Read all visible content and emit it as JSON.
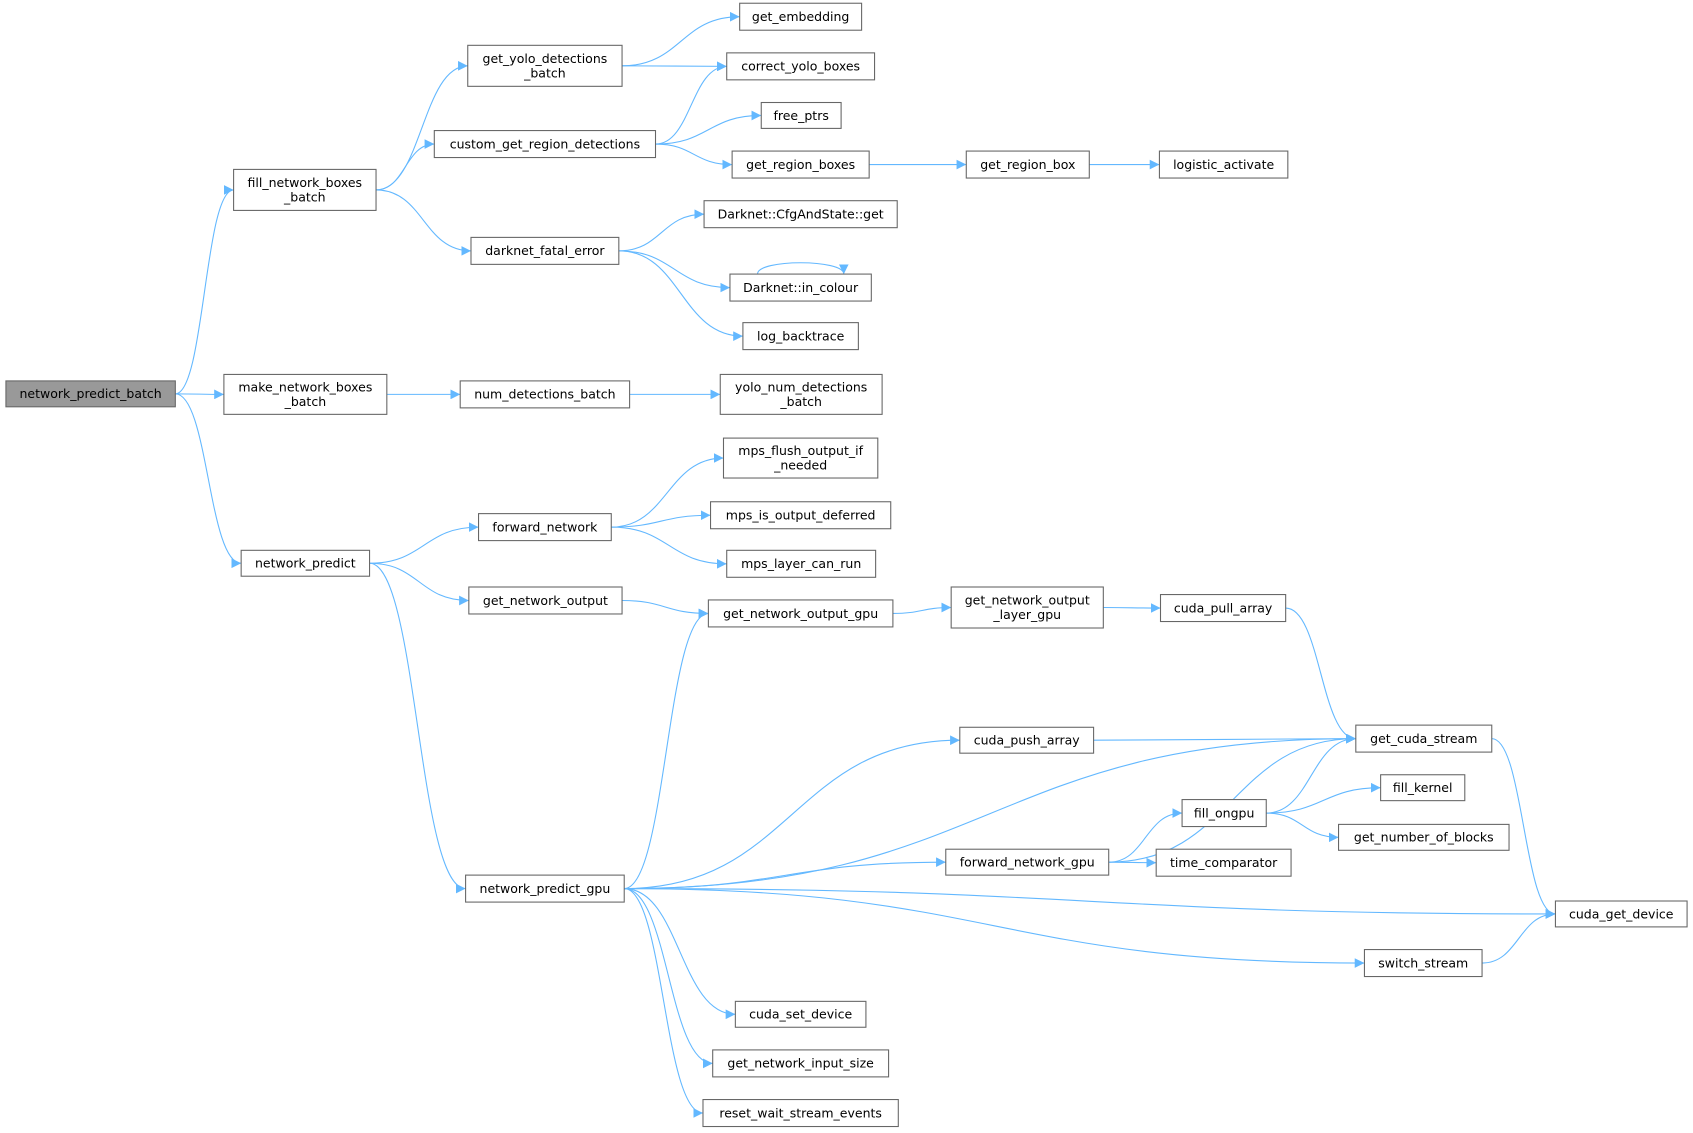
{
  "graph": {
    "root": "network_predict_batch",
    "colors": {
      "edge": "#63b8ff",
      "node_border": "#666666",
      "root_fill": "#999999"
    },
    "nodes": [
      {
        "id": "network_predict_batch",
        "lines": [
          "network_predict_batch"
        ]
      },
      {
        "id": "fill_network_boxes_batch",
        "lines": [
          "fill_network_boxes",
          "_batch"
        ]
      },
      {
        "id": "make_network_boxes_batch",
        "lines": [
          "make_network_boxes",
          "_batch"
        ]
      },
      {
        "id": "network_predict",
        "lines": [
          "network_predict"
        ]
      },
      {
        "id": "get_yolo_detections_batch",
        "lines": [
          "get_yolo_detections",
          "_batch"
        ]
      },
      {
        "id": "custom_get_region_detections",
        "lines": [
          "custom_get_region_detections"
        ]
      },
      {
        "id": "darknet_fatal_error",
        "lines": [
          "darknet_fatal_error"
        ]
      },
      {
        "id": "num_detections_batch",
        "lines": [
          "num_detections_batch"
        ]
      },
      {
        "id": "forward_network",
        "lines": [
          "forward_network"
        ]
      },
      {
        "id": "get_network_output",
        "lines": [
          "get_network_output"
        ]
      },
      {
        "id": "network_predict_gpu",
        "lines": [
          "network_predict_gpu"
        ]
      },
      {
        "id": "get_embedding",
        "lines": [
          "get_embedding"
        ]
      },
      {
        "id": "correct_yolo_boxes",
        "lines": [
          "correct_yolo_boxes"
        ]
      },
      {
        "id": "free_ptrs",
        "lines": [
          "free_ptrs"
        ]
      },
      {
        "id": "get_region_boxes",
        "lines": [
          "get_region_boxes"
        ]
      },
      {
        "id": "cfgandstate_get",
        "lines": [
          "Darknet::CfgAndState::get"
        ]
      },
      {
        "id": "in_colour",
        "lines": [
          "Darknet::in_colour"
        ]
      },
      {
        "id": "log_backtrace",
        "lines": [
          "log_backtrace"
        ]
      },
      {
        "id": "yolo_num_detections_batch",
        "lines": [
          "yolo_num_detections",
          "_batch"
        ]
      },
      {
        "id": "mps_flush_output_if_needed",
        "lines": [
          "mps_flush_output_if",
          "_needed"
        ]
      },
      {
        "id": "mps_is_output_deferred",
        "lines": [
          "mps_is_output_deferred"
        ]
      },
      {
        "id": "mps_layer_can_run",
        "lines": [
          "mps_layer_can_run"
        ]
      },
      {
        "id": "get_network_output_gpu",
        "lines": [
          "get_network_output_gpu"
        ]
      },
      {
        "id": "cuda_set_device",
        "lines": [
          "cuda_set_device"
        ]
      },
      {
        "id": "get_network_input_size",
        "lines": [
          "get_network_input_size"
        ]
      },
      {
        "id": "reset_wait_stream_events",
        "lines": [
          "reset_wait_stream_events"
        ]
      },
      {
        "id": "get_region_box",
        "lines": [
          "get_region_box"
        ]
      },
      {
        "id": "get_network_output_layer_gpu",
        "lines": [
          "get_network_output",
          "_layer_gpu"
        ]
      },
      {
        "id": "cuda_push_array",
        "lines": [
          "cuda_push_array"
        ]
      },
      {
        "id": "forward_network_gpu",
        "lines": [
          "forward_network_gpu"
        ]
      },
      {
        "id": "logistic_activate",
        "lines": [
          "logistic_activate"
        ]
      },
      {
        "id": "cuda_pull_array",
        "lines": [
          "cuda_pull_array"
        ]
      },
      {
        "id": "fill_ongpu",
        "lines": [
          "fill_ongpu"
        ]
      },
      {
        "id": "time_comparator",
        "lines": [
          "time_comparator"
        ]
      },
      {
        "id": "get_cuda_stream",
        "lines": [
          "get_cuda_stream"
        ]
      },
      {
        "id": "fill_kernel",
        "lines": [
          "fill_kernel"
        ]
      },
      {
        "id": "get_number_of_blocks",
        "lines": [
          "get_number_of_blocks"
        ]
      },
      {
        "id": "switch_stream",
        "lines": [
          "switch_stream"
        ]
      },
      {
        "id": "cuda_get_device",
        "lines": [
          "cuda_get_device"
        ]
      }
    ],
    "edges": [
      [
        "network_predict_batch",
        "fill_network_boxes_batch"
      ],
      [
        "network_predict_batch",
        "make_network_boxes_batch"
      ],
      [
        "network_predict_batch",
        "network_predict"
      ],
      [
        "fill_network_boxes_batch",
        "get_yolo_detections_batch"
      ],
      [
        "fill_network_boxes_batch",
        "custom_get_region_detections"
      ],
      [
        "fill_network_boxes_batch",
        "darknet_fatal_error"
      ],
      [
        "get_yolo_detections_batch",
        "get_embedding"
      ],
      [
        "get_yolo_detections_batch",
        "correct_yolo_boxes"
      ],
      [
        "custom_get_region_detections",
        "correct_yolo_boxes"
      ],
      [
        "custom_get_region_detections",
        "free_ptrs"
      ],
      [
        "custom_get_region_detections",
        "get_region_boxes"
      ],
      [
        "get_region_boxes",
        "get_region_box"
      ],
      [
        "get_region_box",
        "logistic_activate"
      ],
      [
        "darknet_fatal_error",
        "cfgandstate_get"
      ],
      [
        "darknet_fatal_error",
        "in_colour"
      ],
      [
        "darknet_fatal_error",
        "log_backtrace"
      ],
      [
        "in_colour",
        "in_colour"
      ],
      [
        "make_network_boxes_batch",
        "num_detections_batch"
      ],
      [
        "num_detections_batch",
        "yolo_num_detections_batch"
      ],
      [
        "network_predict",
        "forward_network"
      ],
      [
        "network_predict",
        "get_network_output"
      ],
      [
        "network_predict",
        "network_predict_gpu"
      ],
      [
        "forward_network",
        "mps_flush_output_if_needed"
      ],
      [
        "forward_network",
        "mps_is_output_deferred"
      ],
      [
        "forward_network",
        "mps_layer_can_run"
      ],
      [
        "get_network_output",
        "get_network_output_gpu"
      ],
      [
        "get_network_output_gpu",
        "get_network_output_layer_gpu"
      ],
      [
        "get_network_output_layer_gpu",
        "cuda_pull_array"
      ],
      [
        "cuda_pull_array",
        "get_cuda_stream"
      ],
      [
        "network_predict_gpu",
        "get_network_output_gpu"
      ],
      [
        "network_predict_gpu",
        "get_cuda_stream"
      ],
      [
        "network_predict_gpu",
        "cuda_push_array"
      ],
      [
        "network_predict_gpu",
        "forward_network_gpu"
      ],
      [
        "network_predict_gpu",
        "cuda_get_device"
      ],
      [
        "network_predict_gpu",
        "switch_stream"
      ],
      [
        "network_predict_gpu",
        "cuda_set_device"
      ],
      [
        "network_predict_gpu",
        "get_network_input_size"
      ],
      [
        "network_predict_gpu",
        "reset_wait_stream_events"
      ],
      [
        "cuda_push_array",
        "get_cuda_stream"
      ],
      [
        "forward_network_gpu",
        "get_cuda_stream"
      ],
      [
        "forward_network_gpu",
        "fill_ongpu"
      ],
      [
        "forward_network_gpu",
        "time_comparator"
      ],
      [
        "fill_ongpu",
        "get_cuda_stream"
      ],
      [
        "fill_ongpu",
        "fill_kernel"
      ],
      [
        "fill_ongpu",
        "get_number_of_blocks"
      ],
      [
        "get_cuda_stream",
        "cuda_get_device"
      ],
      [
        "switch_stream",
        "cuda_get_device"
      ]
    ]
  }
}
